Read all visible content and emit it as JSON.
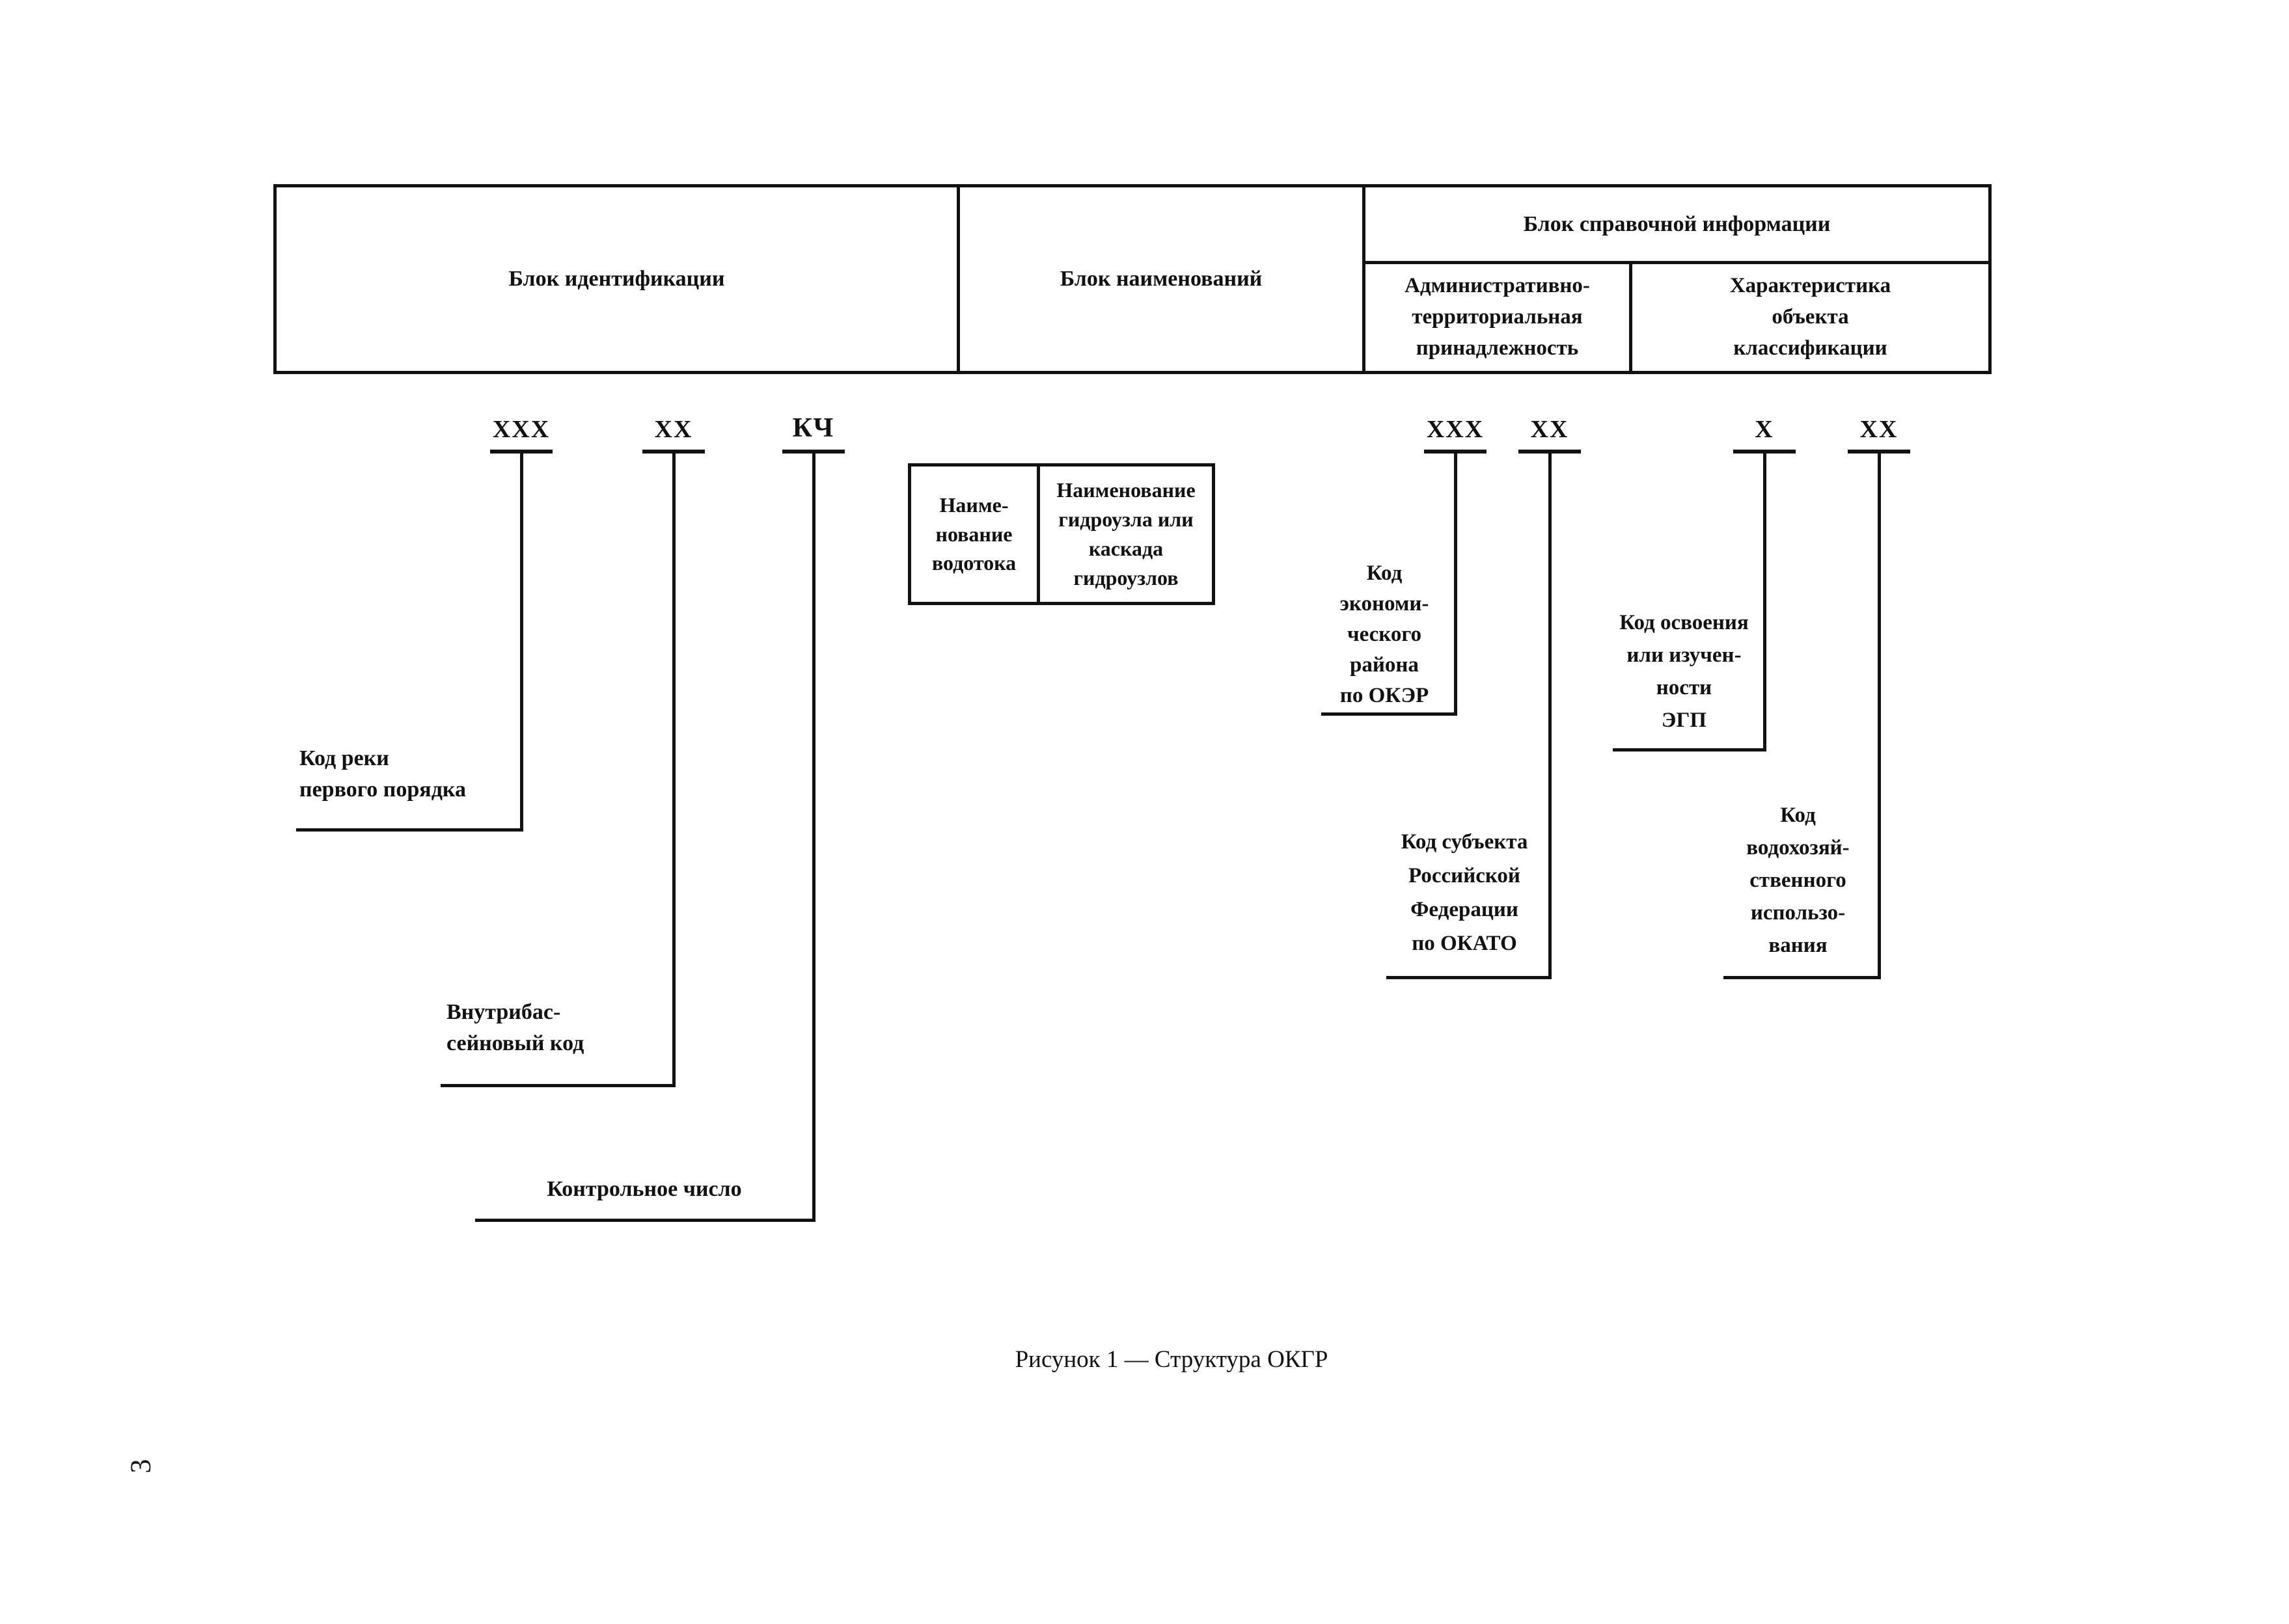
{
  "page": {
    "caption": "Рисунок 1 — Структура ОКГР",
    "page_number": "3"
  },
  "header_table": {
    "identification_block": "Блок идентификации",
    "names_block": "Блок наименований",
    "reference_block": "Блок справочной информации",
    "admin_territorial": "Административно-\nтерриториальная\nпринадлежность",
    "object_characteristic": "Характеристика\nобъекта\nклассификации"
  },
  "code_positions": {
    "left": [
      {
        "mask": "XXX"
      },
      {
        "mask": "XX"
      },
      {
        "mask": "КЧ"
      }
    ],
    "right": [
      {
        "mask": "XXX"
      },
      {
        "mask": "XX"
      },
      {
        "mask": "X"
      },
      {
        "mask": "XX"
      }
    ]
  },
  "names_box": {
    "watercourse": "Наиме-\nнование\nводотока",
    "hydro": "Наименование\nгидроузла или\nкаскада\nгидроузлов"
  },
  "labels": {
    "river_code": "Код реки\nпервого порядка",
    "intrabasin_code": "Внутрибас-\nсейновый код",
    "control_number": "Контрольное число",
    "economic_region": "Код\nэкономи-\nческого\nрайона\nпо ОКЭР",
    "subject_okato": "Код субъекта\nРоссийской\nФедерации\nпо ОКАТО",
    "egp": "Код освоения\nили изучен-\nности\nЭГП",
    "water_use": "Код\nводохозяй-\nственного\nиспользо-\nвания"
  }
}
